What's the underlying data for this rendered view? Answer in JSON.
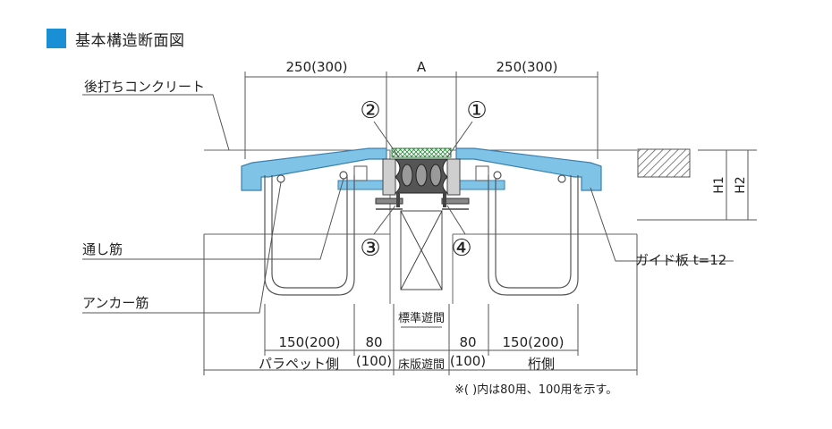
{
  "title": "基本構造断面図",
  "dims": {
    "left_top": "250(300)",
    "center_top": "A",
    "right_top": "250(300)",
    "left_bottom": "150(200)",
    "left_gap": "80",
    "left_gap_alt": "(100)",
    "right_gap": "80",
    "right_gap_alt": "(100)",
    "right_bottom": "150(200)",
    "h1": "H1",
    "h2": "H2"
  },
  "labels": {
    "concrete": "後打ちコンクリート",
    "rebar_through": "通し筋",
    "anchor_rebar": "アンカー筋",
    "guide_plate": "ガイド板 t=12",
    "std_gap": "標準遊間",
    "slab_gap": "床版遊間",
    "parapet_side": "パラペット側",
    "girder_side": "桁側"
  },
  "callouts": [
    "①",
    "②",
    "③",
    "④"
  ],
  "note": "※( )内は80用、100用を示す。",
  "colors": {
    "accent": "#1a8fd6",
    "plate": "#7fc3e6",
    "plate_stroke": "#3a7fae",
    "seal": "#333333",
    "line": "#555555"
  }
}
